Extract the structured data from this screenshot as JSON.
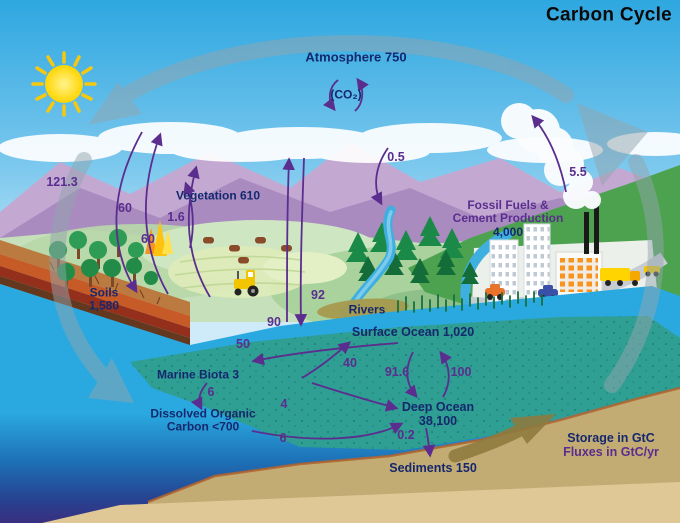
{
  "title": "Carbon Cycle",
  "legend": {
    "storage": "Storage in GtC",
    "fluxes": "Fluxes in GtC/yr"
  },
  "colors": {
    "storage_text": "#15286E",
    "flux_text": "#5B2D8E",
    "title_text": "#0A0A0A",
    "sky": "#2EA7E0",
    "ocean_surface": "#2AA9E0",
    "ocean_teal": "#2F9E93",
    "sediment_tan": "#C3AC74",
    "cycle_arrow_gray": "#93A5AE"
  },
  "molecule": {
    "formula": "(CO₂)"
  },
  "reservoirs": {
    "atmosphere": {
      "label": "Atmosphere 750"
    },
    "vegetation": {
      "label": "Vegetation 610"
    },
    "soils": {
      "line1": "Soils",
      "line2": "1,580"
    },
    "rivers": {
      "label": "Rivers"
    },
    "surface_ocean": {
      "label": "Surface Ocean 1,020"
    },
    "marine_biota": {
      "label": "Marine Biota 3"
    },
    "dissolved_organic_carbon": {
      "line1": "Dissolved Organic",
      "line2": "Carbon <700"
    },
    "deep_ocean": {
      "line1": "Deep Ocean",
      "line2": "38,100"
    },
    "sediments": {
      "label": "Sediments 150"
    },
    "fossil_fuels": {
      "line1": "Fossil Fuels &",
      "line2": "Cement Production",
      "value": "4,000"
    }
  },
  "fluxes": {
    "photosynthesis": "121.3",
    "plant_respiration": "60",
    "soil_respiration": "60",
    "land_use_change": "1.6",
    "regrowth": "0.5",
    "fossil_fuel_emissions": "5.5",
    "ocean_uptake": "92",
    "ocean_outgassing": "90",
    "biota_uptake": "50",
    "biota_release": "40",
    "biota_to_doc": "6",
    "biota_to_deep": "4",
    "doc_to_deep": "6",
    "surface_to_deep": "91.6",
    "deep_to_surface": "100",
    "burial_to_sediments": "0.2"
  }
}
